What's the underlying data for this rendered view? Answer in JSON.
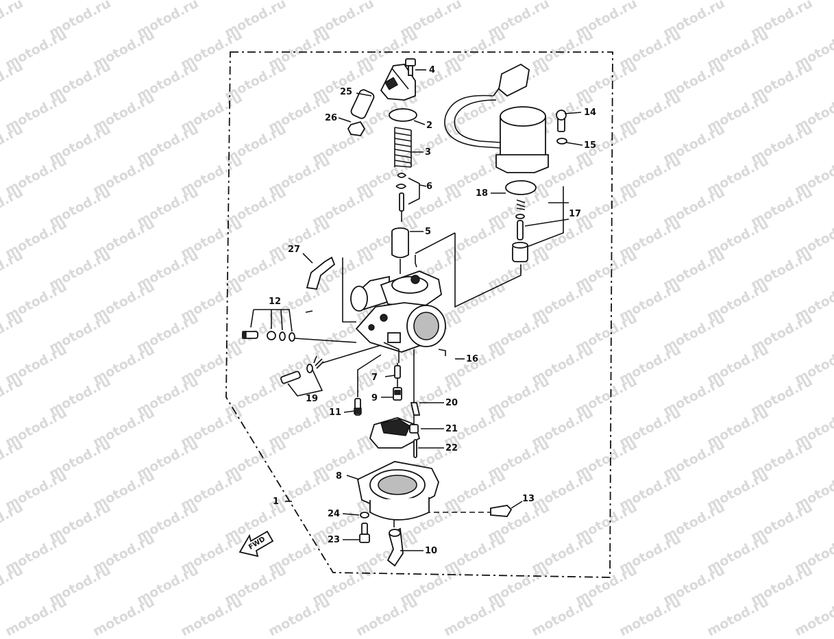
{
  "watermark": {
    "text": "motod.ru"
  },
  "forward_marker": {
    "label": "FWD"
  },
  "callouts": [
    {
      "id": "1",
      "label": "1"
    },
    {
      "id": "2",
      "label": "2"
    },
    {
      "id": "3",
      "label": "3"
    },
    {
      "id": "4",
      "label": "4"
    },
    {
      "id": "5",
      "label": "5"
    },
    {
      "id": "6",
      "label": "6"
    },
    {
      "id": "7",
      "label": "7"
    },
    {
      "id": "8",
      "label": "8"
    },
    {
      "id": "9",
      "label": "9"
    },
    {
      "id": "10",
      "label": "10"
    },
    {
      "id": "11",
      "label": "11"
    },
    {
      "id": "12",
      "label": "12"
    },
    {
      "id": "13",
      "label": "13"
    },
    {
      "id": "14",
      "label": "14"
    },
    {
      "id": "15",
      "label": "15"
    },
    {
      "id": "16",
      "label": "16"
    },
    {
      "id": "17",
      "label": "17"
    },
    {
      "id": "18",
      "label": "18"
    },
    {
      "id": "19",
      "label": "19"
    },
    {
      "id": "20",
      "label": "20"
    },
    {
      "id": "21",
      "label": "21"
    },
    {
      "id": "22",
      "label": "22"
    },
    {
      "id": "23",
      "label": "23"
    },
    {
      "id": "24",
      "label": "24"
    },
    {
      "id": "25",
      "label": "25"
    },
    {
      "id": "26",
      "label": "26"
    },
    {
      "id": "27",
      "label": "27"
    }
  ]
}
